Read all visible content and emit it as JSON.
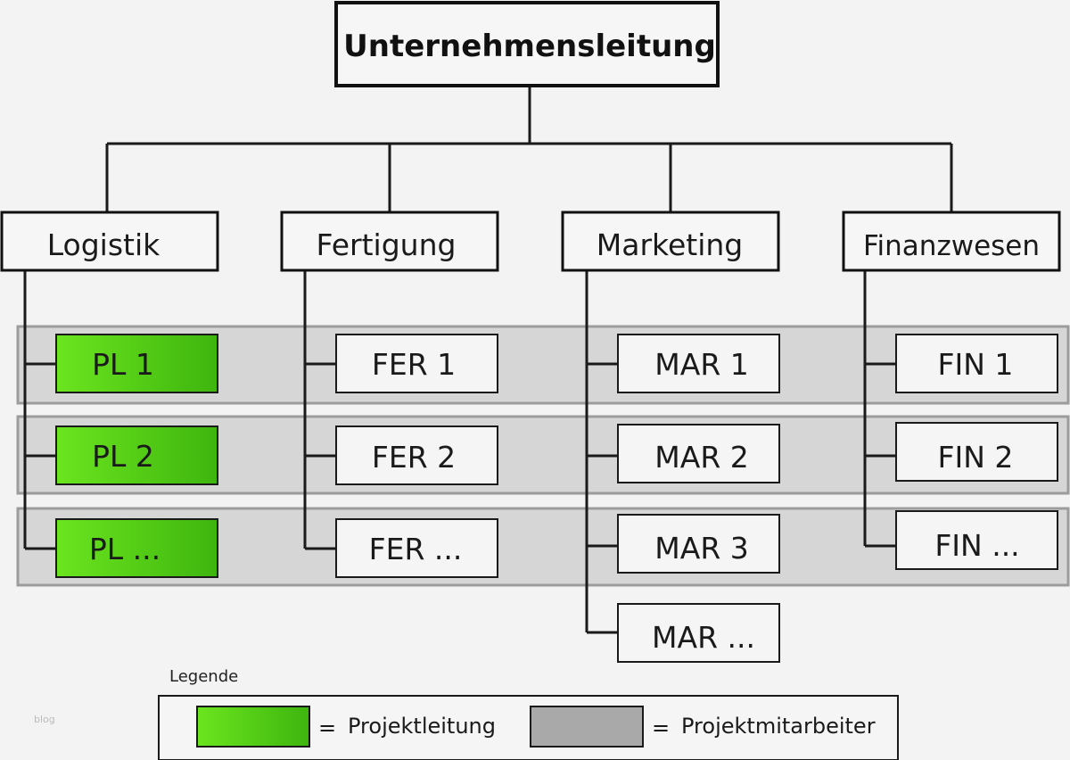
{
  "colors": {
    "background": "#f3f3f3",
    "project_lead_fill": "#5ccc1e",
    "project_member_band": "#d6d6d6",
    "box_fill": "#f5f5f5",
    "line": "#1a1a1a"
  },
  "root": {
    "label": "Unternehmensleitung"
  },
  "departments": [
    {
      "label": "Logistik",
      "items": [
        {
          "label": "PL 1",
          "lead": true
        },
        {
          "label": "PL 2",
          "lead": true
        },
        {
          "label": "PL ...",
          "lead": true
        }
      ]
    },
    {
      "label": "Fertigung",
      "items": [
        {
          "label": "FER 1"
        },
        {
          "label": "FER 2"
        },
        {
          "label": "FER ..."
        }
      ]
    },
    {
      "label": "Marketing",
      "items": [
        {
          "label": "MAR 1"
        },
        {
          "label": "MAR 2"
        },
        {
          "label": "MAR 3"
        },
        {
          "label": "MAR ..."
        }
      ]
    },
    {
      "label": "Finanzwesen",
      "items": [
        {
          "label": "FIN 1"
        },
        {
          "label": "FIN 2"
        },
        {
          "label": "FIN ..."
        }
      ]
    }
  ],
  "legend": {
    "title": "Legende",
    "lead_label": "Projektleitung",
    "member_label": "Projektmitarbeiter",
    "equals": "="
  },
  "watermark": "blog"
}
